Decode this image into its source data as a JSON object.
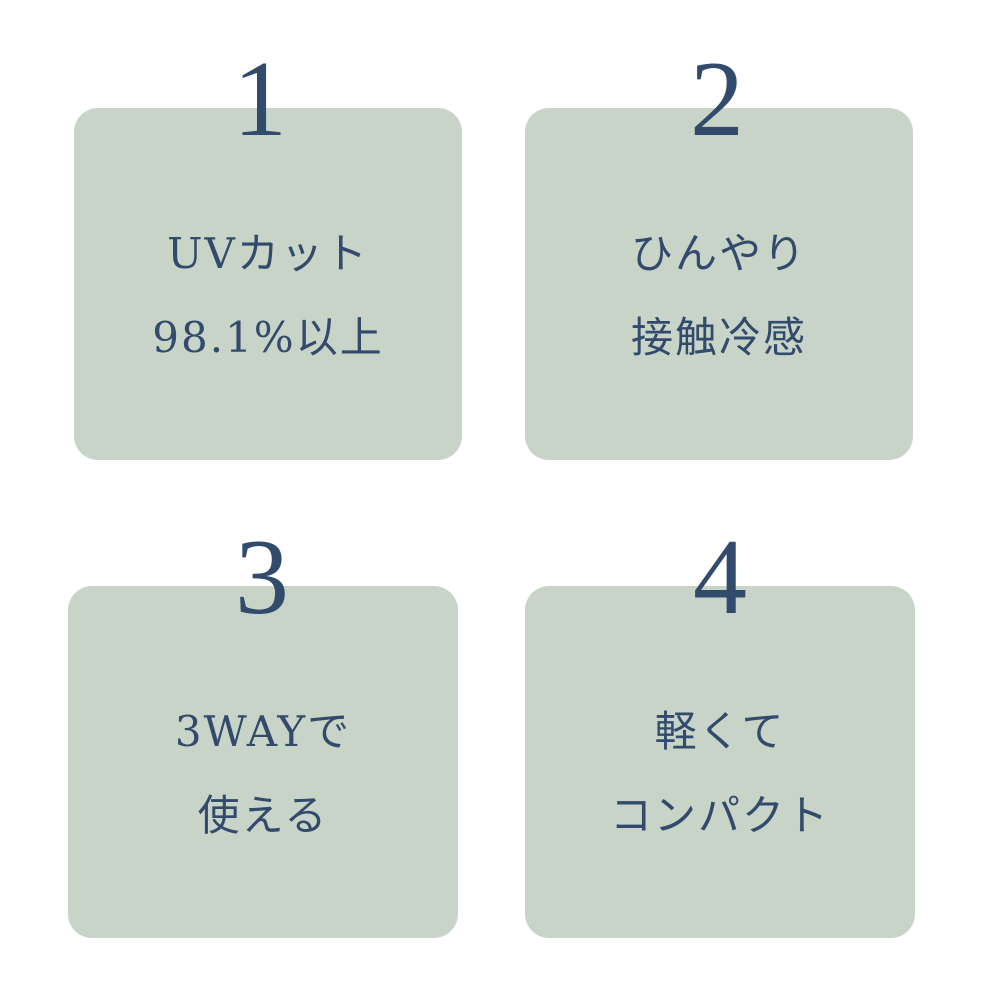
{
  "features": [
    {
      "number": "1",
      "line1": "UVカット",
      "line2": "98.1%以上"
    },
    {
      "number": "2",
      "line1": "ひんやり",
      "line2": "接触冷感"
    },
    {
      "number": "3",
      "line1": "3WAYで",
      "line2": "使える"
    },
    {
      "number": "4",
      "line1": "軽くて",
      "line2": "コンパクト"
    }
  ],
  "colors": {
    "background": "#ffffff",
    "card": "#c9d4c8",
    "text": "#324a6b"
  }
}
